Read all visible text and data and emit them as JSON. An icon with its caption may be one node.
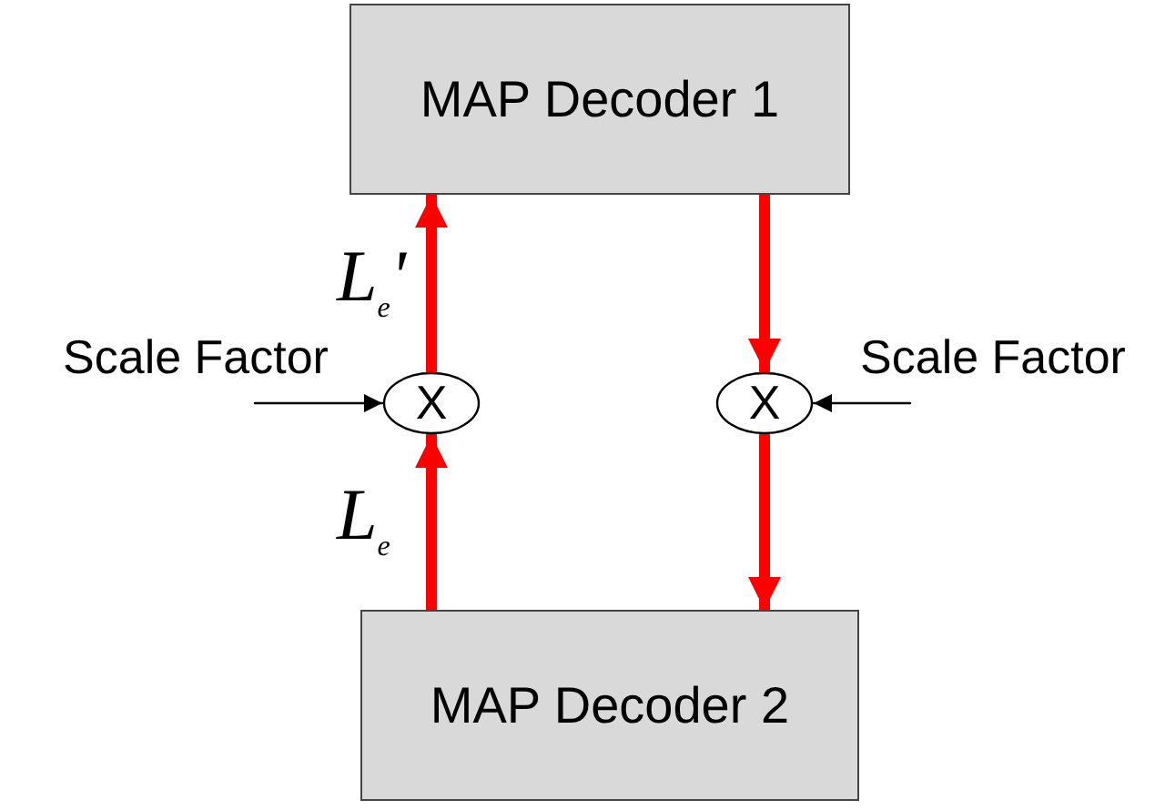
{
  "diagram": {
    "nodes": [
      {
        "text": [
          "MAP Decoder 1"
        ]
      },
      {
        "text": [
          "MAP Decoder 2"
        ]
      },
      {
        "text": [
          "X"
        ]
      },
      {
        "text": [
          "X"
        ]
      },
      {
        "text": [
          "Scale Factor"
        ]
      },
      {
        "text": [
          "Scale Factor"
        ]
      }
    ],
    "edges": [
      {
        "from": 1,
        "to": 2,
        "arrow": "to",
        "label": "L$_{e}$"
      },
      {
        "from": 2,
        "to": 0,
        "arrow": "to",
        "label": "L$_{e}$'"
      },
      {
        "from": 0,
        "to": 3,
        "arrow": "to"
      },
      {
        "from": 3,
        "to": 1,
        "arrow": "to"
      },
      {
        "from": 4,
        "to": 2,
        "arrow": "to",
        "color": "#000000"
      },
      {
        "from": 5,
        "to": 3,
        "arrow": "to",
        "color": "#000000"
      }
    ]
  }
}
